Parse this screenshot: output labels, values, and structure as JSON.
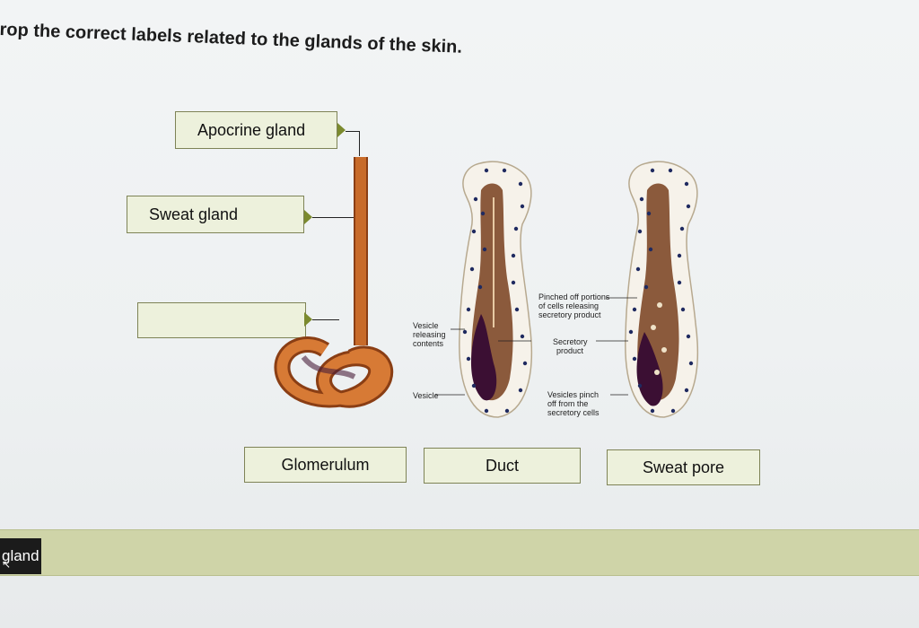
{
  "instruction": "rop the correct labels related to the glands of the skin.",
  "labels": {
    "apocrine": "Apocrine gland",
    "sweat_gland": "Sweat gland",
    "empty": "",
    "glomerulum": "Glomerulum",
    "duct": "Duct",
    "sweat_pore": "Sweat pore"
  },
  "diagram_text": {
    "vesicle_releasing": [
      "Vesicle",
      "releasing",
      "contents"
    ],
    "vesicle": "Vesicle",
    "pinched": [
      "Pinched off portions",
      "of cells releasing",
      "secretory product"
    ],
    "secretory": [
      "Secretory",
      "product"
    ],
    "vesicles_pinch": [
      "Vesicles pinch",
      "off from the",
      "secretory cells"
    ]
  },
  "bank_chip": "gland",
  "colors": {
    "label_fill": "#edf1dc",
    "arrow": "#7b8a2e",
    "duct_orange": "#c86b2a",
    "lumen_purple": "#3b0f33",
    "bar": "#cfd4a8"
  }
}
